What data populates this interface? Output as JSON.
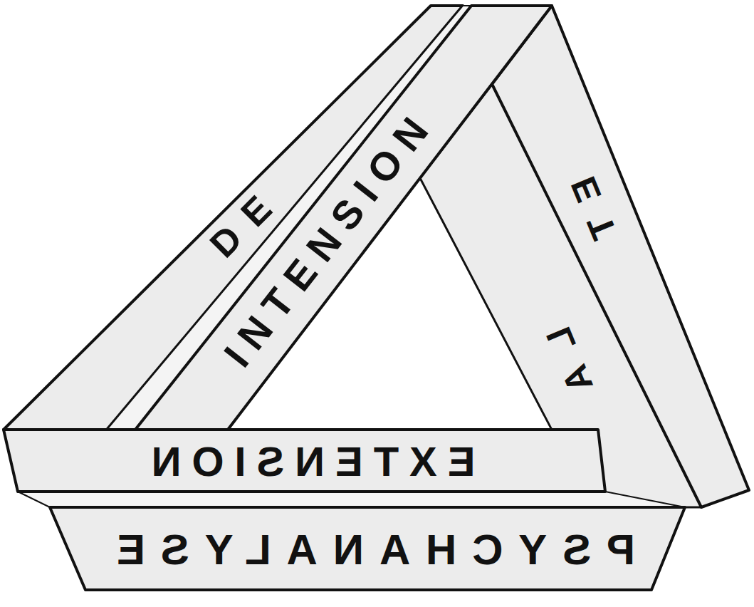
{
  "diagram": {
    "nodes": [
      {
        "text": [
          "DE"
        ]
      },
      {
        "text": [
          "INTENSION"
        ]
      },
      {
        "text": [
          "ET"
        ]
      },
      {
        "text": [
          "LA"
        ]
      },
      {
        "text": [
          "EXTENSION"
        ]
      },
      {
        "text": [
          "PSYCHANALYSE"
        ]
      }
    ]
  }
}
